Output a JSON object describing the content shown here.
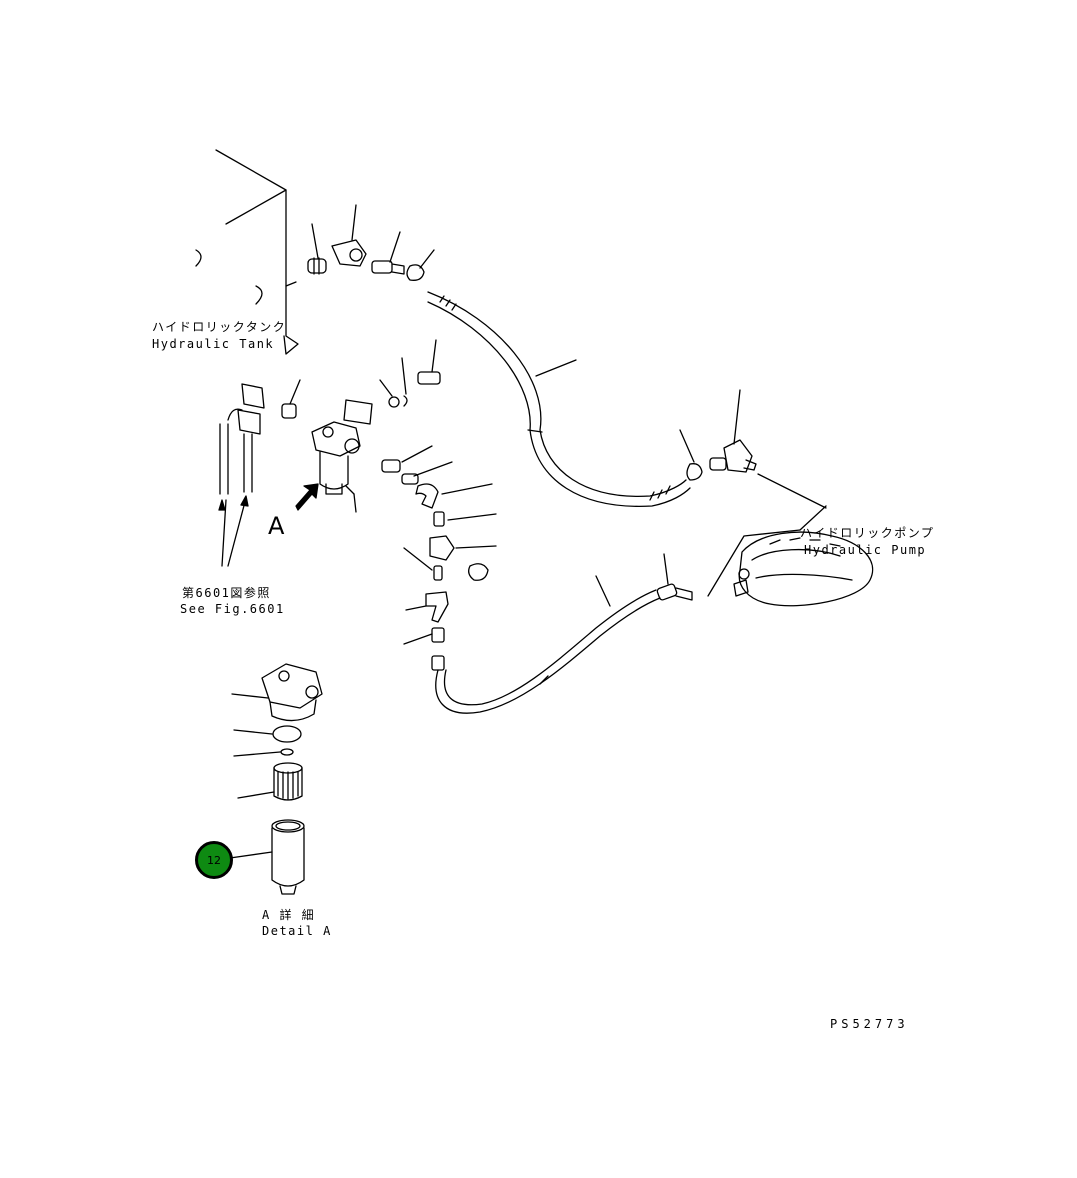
{
  "labels": {
    "tank_jp": "ハイドロリックタンク",
    "tank_en": "Hydraulic Tank",
    "pump_jp": "ハイドロリックポンプ",
    "pump_en": "Hydraulic Pump",
    "ref_jp": "第6601図参照",
    "ref_en": "See Fig.6601",
    "view_letter": "A",
    "detail_jp": "A 詳 細",
    "detail_en": "Detail A",
    "drawing_no": "PS52773"
  },
  "callouts": [
    {
      "number": "12",
      "color": "#0e8a12"
    }
  ]
}
